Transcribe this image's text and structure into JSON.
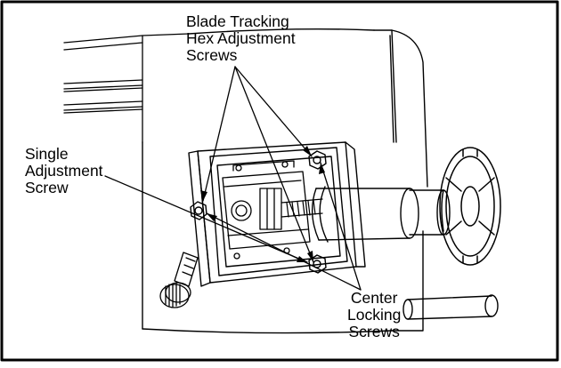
{
  "labels": {
    "blade_tracking": "Blade Tracking\nHex Adjustment\nScrews",
    "single_adjustment": "Single\nAdjustment\nScrew",
    "center_locking": "Center\nLocking\nScrews"
  }
}
